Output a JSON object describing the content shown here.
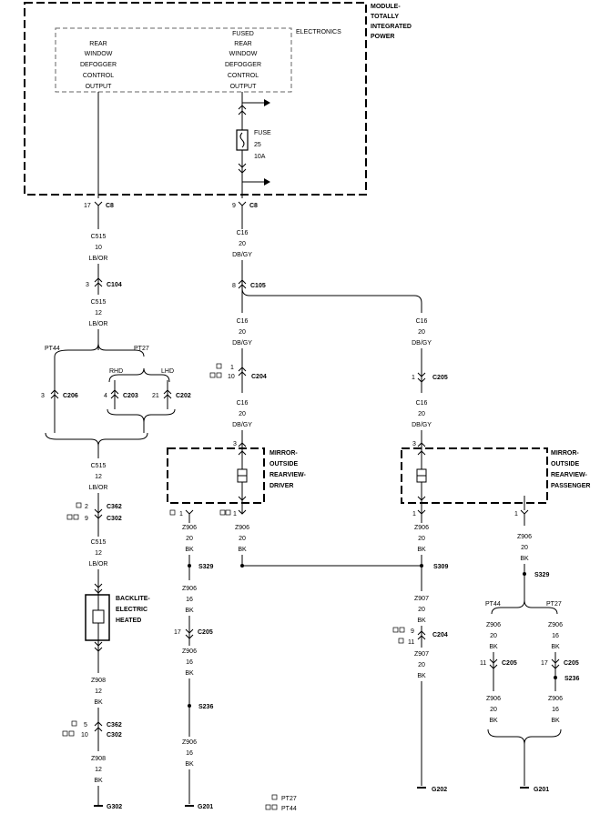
{
  "module": {
    "title_lines": [
      "MODULE-",
      "TOTALLY",
      "INTEGRATED",
      "POWER"
    ],
    "electronics_label": "ELECTRONICS",
    "left_output_lines": [
      "REAR",
      "WINDOW",
      "DEFOGGER",
      "CONTROL",
      "OUTPUT"
    ],
    "right_output_lines": [
      "FUSED",
      "REAR",
      "WINDOW",
      "DEFOGGER",
      "CONTROL",
      "OUTPUT"
    ],
    "fuse_lines": [
      "FUSE",
      "25",
      "10A"
    ]
  },
  "c8": {
    "left_pin": "17",
    "right_pin": "9",
    "label": "C8"
  },
  "left": {
    "w1": [
      "C515",
      "10",
      "LB/OR"
    ],
    "c104": {
      "pin": "3",
      "label": "C104"
    },
    "w2": [
      "C515",
      "12",
      "LB/OR"
    ],
    "pt44": "PT44",
    "pt27": "PT27",
    "rhd": "RHD",
    "lhd": "LHD",
    "c206": {
      "pin": "3",
      "label": "C206"
    },
    "c203": {
      "pin": "4",
      "label": "C203"
    },
    "c202": {
      "pin": "21",
      "label": "C202"
    },
    "w3": [
      "C515",
      "12",
      "LB/OR"
    ],
    "c362a": {
      "pin": "2",
      "label": "C362"
    },
    "c302a": {
      "pin": "9",
      "label": "C302"
    },
    "w4": [
      "C515",
      "12",
      "LB/OR"
    ],
    "backlite_lines": [
      "BACKLITE-",
      "ELECTRIC",
      "HEATED"
    ],
    "w5": [
      "Z908",
      "12",
      "BK"
    ],
    "c362b": {
      "pin": "5",
      "label": "C362"
    },
    "c302b": {
      "pin": "10",
      "label": "C302"
    },
    "w6": [
      "Z908",
      "12",
      "BK"
    ],
    "ground": "G302"
  },
  "mid": {
    "w1": [
      "C16",
      "20",
      "DB/GY"
    ],
    "c105": {
      "pin": "8",
      "label": "C105"
    },
    "w2": [
      "C16",
      "20",
      "DB/GY"
    ],
    "c204": {
      "pin1": "1",
      "pin2": "10",
      "label": "C204"
    },
    "w3": [
      "C16",
      "20",
      "DB/GY"
    ],
    "mirror_pin_in": "3",
    "mirror_lines": [
      "MIRROR-",
      "OUTSIDE",
      "REARVIEW-",
      "DRIVER"
    ],
    "pin_out_a": "1",
    "pin_out_b": "1",
    "w4a": [
      "Z906",
      "20",
      "BK"
    ],
    "w4b": [
      "Z906",
      "20",
      "BK"
    ],
    "s329": "S329",
    "w5": [
      "Z906",
      "16",
      "BK"
    ],
    "c205": {
      "pin": "17",
      "label": "C205"
    },
    "w6": [
      "Z906",
      "16",
      "BK"
    ],
    "s236": "S236",
    "w7": [
      "Z906",
      "16",
      "BK"
    ],
    "ground": "G201"
  },
  "right": {
    "w1": [
      "C16",
      "20",
      "DB/GY"
    ],
    "c205": {
      "pin": "1",
      "label": "C205"
    },
    "w2": [
      "C16",
      "20",
      "DB/GY"
    ],
    "mirror_pin_in": "3",
    "mirror_lines": [
      "MIRROR-",
      "OUTSIDE",
      "REARVIEW-",
      "PASSENGER"
    ],
    "pin_out": "1",
    "pin_out_b": "1",
    "w3a": [
      "Z906",
      "20",
      "BK"
    ],
    "w3b": [
      "Z906",
      "20",
      "BK"
    ],
    "s309": "S309",
    "s329": "S329",
    "w4": [
      "Z907",
      "20",
      "BK"
    ],
    "c204": {
      "pin1": "9",
      "pin2": "11",
      "label": "C204"
    },
    "w5": [
      "Z907",
      "20",
      "BK"
    ],
    "ground": "G202",
    "pt44": "PT44",
    "pt27": "PT27",
    "wa": [
      "Z906",
      "20",
      "BK"
    ],
    "wb": [
      "Z906",
      "16",
      "BK"
    ],
    "c205a": {
      "pin": "11",
      "label": "C205"
    },
    "c205b": {
      "pin": "17",
      "label": "C205"
    },
    "s236": "S236",
    "wc": [
      "Z906",
      "20",
      "BK"
    ],
    "wd": [
      "Z906",
      "16",
      "BK"
    ],
    "ground2": "G201"
  },
  "legend": {
    "pt27": "PT27",
    "pt44": "PT44"
  }
}
